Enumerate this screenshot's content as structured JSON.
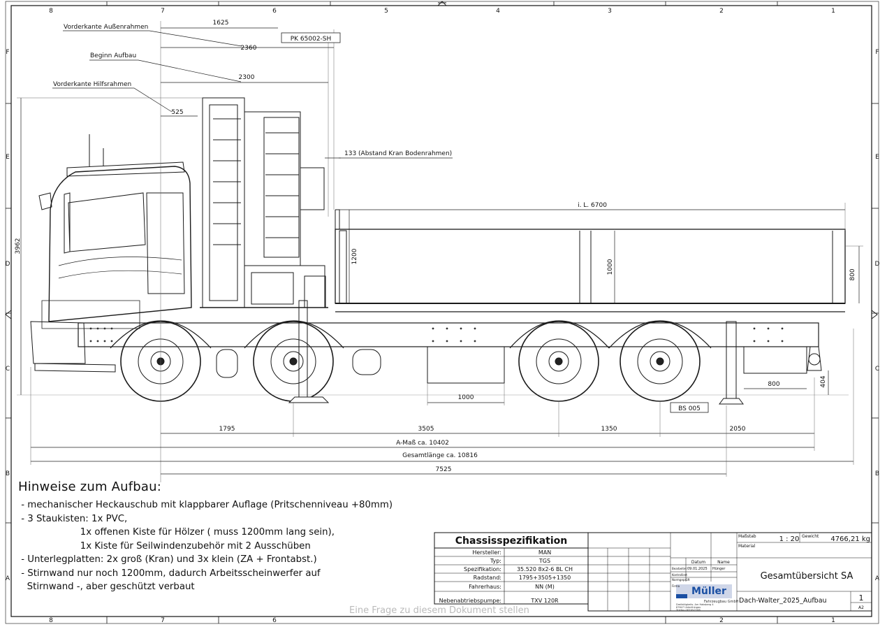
{
  "frame": {
    "top_numbers": [
      "8",
      "7",
      "6",
      "5",
      "4",
      "3",
      "2",
      "1"
    ],
    "bottom_numbers": [
      "8",
      "7",
      "6",
      "2",
      "1"
    ],
    "side_letters": [
      "F",
      "E",
      "D",
      "C",
      "B",
      "A"
    ]
  },
  "callouts": {
    "vorderkante_aussenrahmen": "Vorderkante Außenrahmen",
    "beginn_aufbau": "Beginn Aufbau",
    "vorderkante_hilfsrahmen": "Vorderkante Hilfsrahmen",
    "crane_model": "PK 65002-SH",
    "abstand_kran": "133 (Abstand Kran Bodenrahmen)",
    "bs": "BS 005"
  },
  "dimensions": {
    "d1625": "1625",
    "d2360": "2360",
    "d2300": "2300",
    "d525": "525",
    "il": "i. L. 6700",
    "height_total": "3962",
    "h1200": "1200",
    "h1000": "1000",
    "h800": "800",
    "h404": "404",
    "d1000": "1000",
    "d800": "800",
    "d1795": "1795",
    "d3505": "3505",
    "d1350": "1350",
    "d2050": "2050",
    "a_mass": "A-Maß ca. 10402",
    "gesamtlaenge": "Gesamtlänge ca. 10816",
    "d7525": "7525"
  },
  "notes": {
    "title": "Hinweise zum Aufbau:",
    "lines": [
      " - mechanischer Heckauschub mit klappbarer Auflage (Pritschenniveau +80mm)",
      " - 3 Staukisten: 1x PVC,",
      "                     1x offenen Kiste für Hölzer ( muss 1200mm lang sein),",
      "                     1x Kiste für Seilwindenzubehör mit 2 Ausschüben",
      " - Unterlegplatten: 2x groß (Kran) und 3x klein (ZA + Frontabst.)",
      " - Stirnwand nur noch 1200mm, dadurch Arbeitsscheinwerfer auf",
      "   Stirnwand -, aber geschützt verbaut"
    ]
  },
  "chassis_spec": {
    "title": "Chassisspezifikation",
    "rows": [
      {
        "label": "Hersteller:",
        "value": "MAN"
      },
      {
        "label": "Typ:",
        "value": "TGS"
      },
      {
        "label": "Spezifikation:",
        "value": "35.520 8x2-6 BL CH"
      },
      {
        "label": "Radstand:",
        "value": "1795+3505+1350"
      },
      {
        "label": "Fahrerhaus:",
        "value": "NN (M)"
      },
      {
        "label": "Nebenabtriebspumpe:",
        "value": "TXV 120R"
      }
    ]
  },
  "title_block": {
    "massstab_label": "Maßstab",
    "scale": "1 : 20",
    "gewicht_label": "Gewicht",
    "weight": "4766,21 kg",
    "material_label": "Material",
    "datum_label": "Datum",
    "name_label": "Name",
    "row_bearb": "Bearbeitet",
    "row_kontr": "Kontrolliert",
    "row_norm": "Normgeprüft",
    "row_firma": "Firma",
    "date": "09.01.2025",
    "drawer": "Hünger",
    "company_logo": "Müller",
    "company_sub": "Fahrzeugbau GmbH",
    "company_addr1": "Dreifaltigkeits. Am Habsberg 4",
    "company_addr2": "87647 Unterthingau",
    "company_phone": "Telefon 08376/2288",
    "title": "Gesamtübersicht SA",
    "drawing_name": "Dach-Walter_2025_Aufbau",
    "sheet": "1",
    "format": "A2"
  },
  "overlay_text": "Eine Frage zu diesem Dokument stellen",
  "colors": {
    "line": "#1a1a1a",
    "dim": "#222222",
    "light": "#888888"
  }
}
